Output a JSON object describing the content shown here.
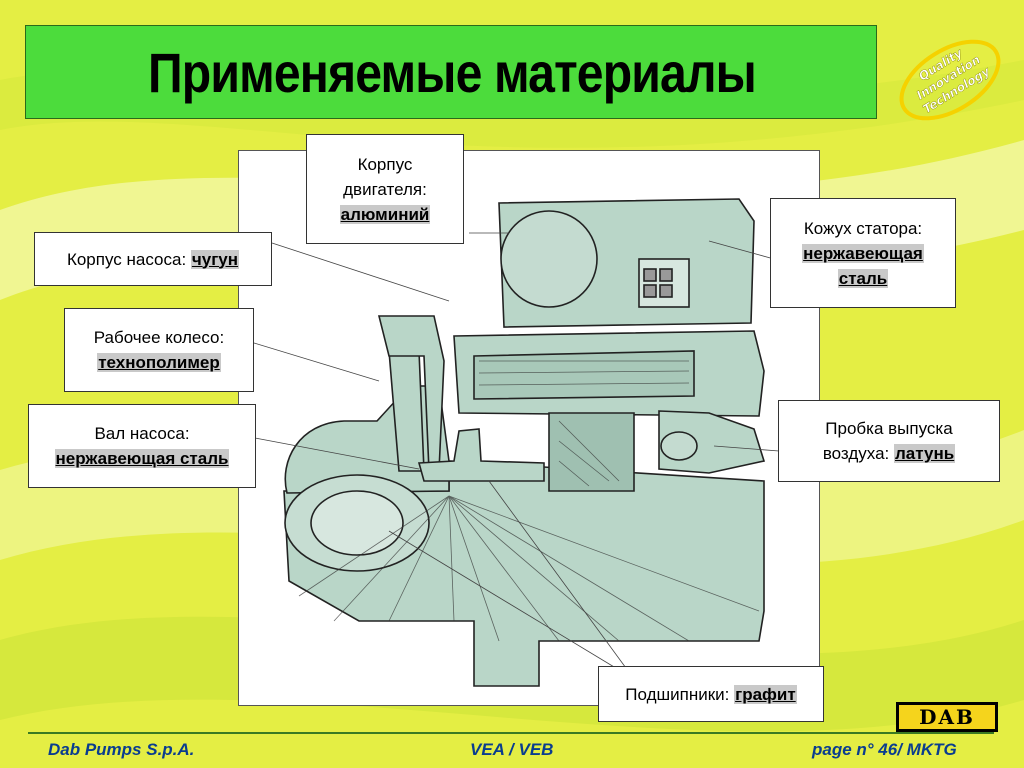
{
  "title": "Применяемые материалы",
  "logo": {
    "lines": [
      "Quality",
      "Innovation",
      "Technology"
    ]
  },
  "callouts": {
    "motor_housing": {
      "label1": "Корпус",
      "label2": "двигателя:",
      "material": "алюминий"
    },
    "pump_housing": {
      "label": "Корпус насоса:",
      "material": "чугун"
    },
    "impeller": {
      "label": "Рабочее колесо:",
      "material": "технополимер"
    },
    "pump_shaft": {
      "label": "Вал насоса:",
      "material": "нержавеющая сталь"
    },
    "stator_casing": {
      "label": "Кожух статора:",
      "material1": "нержавеющая",
      "material2": "сталь"
    },
    "air_plug": {
      "label1": "Пробка выпуска",
      "label2": "воздуха:",
      "material": "латунь"
    },
    "bearings": {
      "label": "Подшипники:",
      "material": "графит"
    }
  },
  "footer": {
    "left": "Dab Pumps S.p.A.",
    "center": "VEA / VEB",
    "right": "page n° 46/ MKTG"
  },
  "brand": {
    "dab": "DAB"
  },
  "colors": {
    "title_bg": "#4cdc3c",
    "footer_text": "#0a3d8f",
    "part_fill": "#b9d6c8",
    "background": "#e6f04a"
  }
}
